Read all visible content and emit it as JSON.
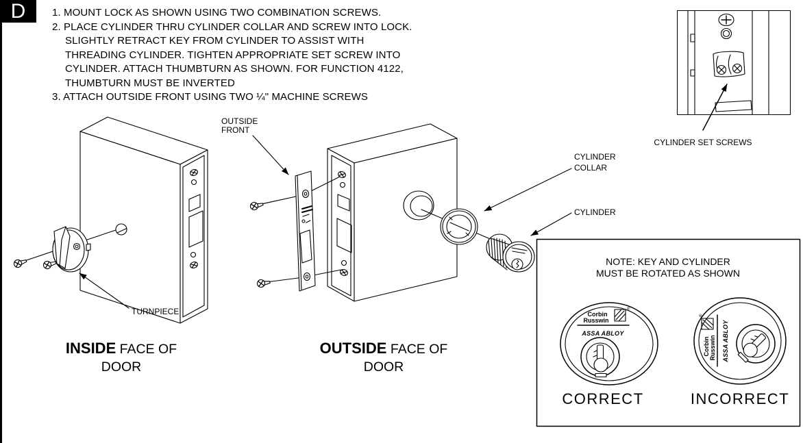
{
  "page": {
    "section_letter": "D"
  },
  "colors": {
    "ink": "#000000",
    "paper": "#ffffff"
  },
  "instructions": {
    "lines": [
      "1. MOUNT LOCK AS SHOWN USING TWO COMBINATION SCREWS.",
      "2. PLACE CYLINDER THRU CYLINDER COLLAR AND SCREW INTO LOCK.",
      "SLIGHTLY RETRACT KEY FROM CYLINDER TO ASSIST WITH",
      "THREADING CYLINDER. TIGHTEN APPROPRIATE SET SCREW INTO",
      "CYLINDER. ATTACH THUMBTURN AS SHOWN. FOR FUNCTION 4122,",
      "THUMBTURN MUST BE INVERTED",
      "3. ATTACH OUTSIDE FRONT USING TWO ¼\" MACHINE SCREWS"
    ]
  },
  "labels": {
    "outside_front_line1": "OUTSIDE",
    "outside_front_line2": "FRONT",
    "turnpiece": "TURNPIECE",
    "cylinder_collar_line1": "CYLINDER",
    "cylinder_collar_line2": "COLLAR",
    "cylinder": "CYLINDER",
    "cylinder_set_screws": "CYLINDER SET SCREWS"
  },
  "captions": {
    "inside_emphasis": "INSIDE",
    "outside_emphasis": "OUTSIDE",
    "face_of": " FACE OF",
    "door": "DOOR"
  },
  "note_box": {
    "line1": "NOTE: KEY AND CYLINDER",
    "line2": "MUST BE ROTATED AS SHOWN",
    "correct_label": "CORRECT",
    "incorrect_label": "INCORRECT",
    "brand": {
      "name_line1": "Corbin",
      "name_line2": "Russwin",
      "registered_mark": "®",
      "group_name": "ASSA ABLOY"
    }
  }
}
